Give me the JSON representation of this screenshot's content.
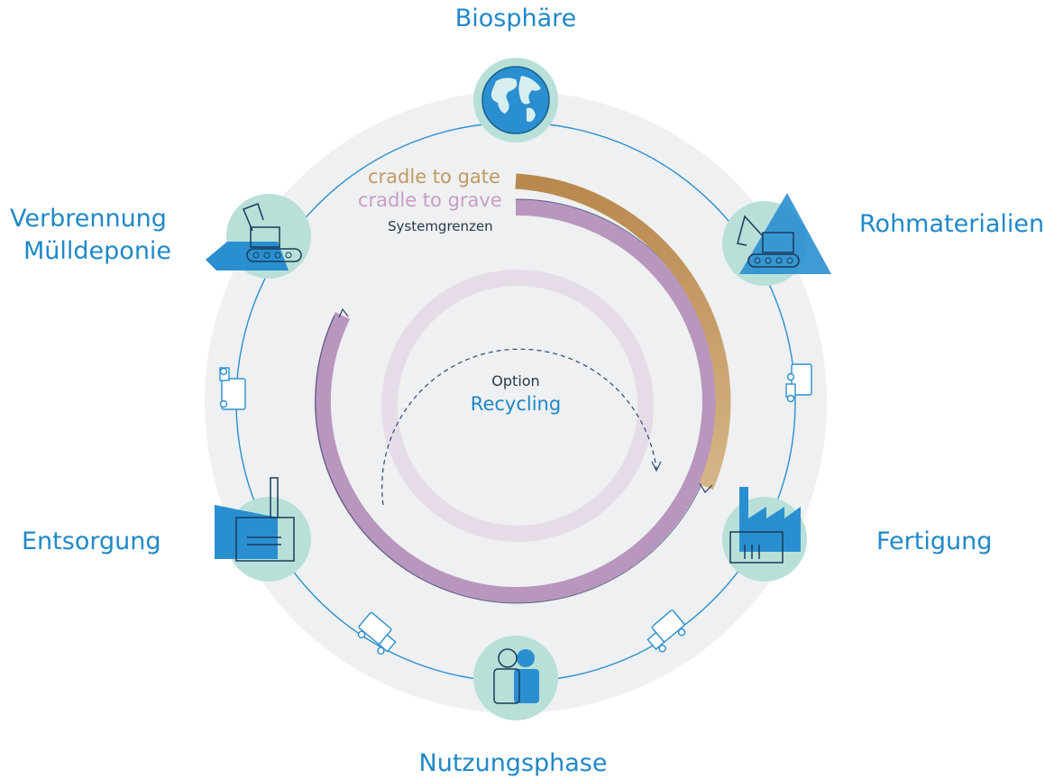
{
  "stages": {
    "biosphere": "Biosphäre",
    "raw_materials": "Rohmaterialien",
    "manufacturing": "Fertigung",
    "use_phase": "Nutzungsphase",
    "disposal": "Entsorgung",
    "incineration_line1": "Verbrennung",
    "incineration_line2": "Mülldeponie"
  },
  "legend": {
    "gate": "cradle to gate",
    "grave": "cradle to grave",
    "system": "Systemgrenzen"
  },
  "center": {
    "option": "Option",
    "recycling": "Recycling"
  },
  "icons": [
    "globe-icon",
    "excavator-icon",
    "factory-icon",
    "people-icon",
    "incinerator-icon",
    "landfill-excavator-icon",
    "truck-icon"
  ],
  "colors": {
    "label": "#1f88c8",
    "icon_blue": "#2a8fd0",
    "node_fill": "#b8e0d8",
    "ring_bg": "#eef0f1",
    "gate_arc": "#c4995e",
    "grave_arc": "#b896bd",
    "recycling_arc": "#e6dce8"
  }
}
